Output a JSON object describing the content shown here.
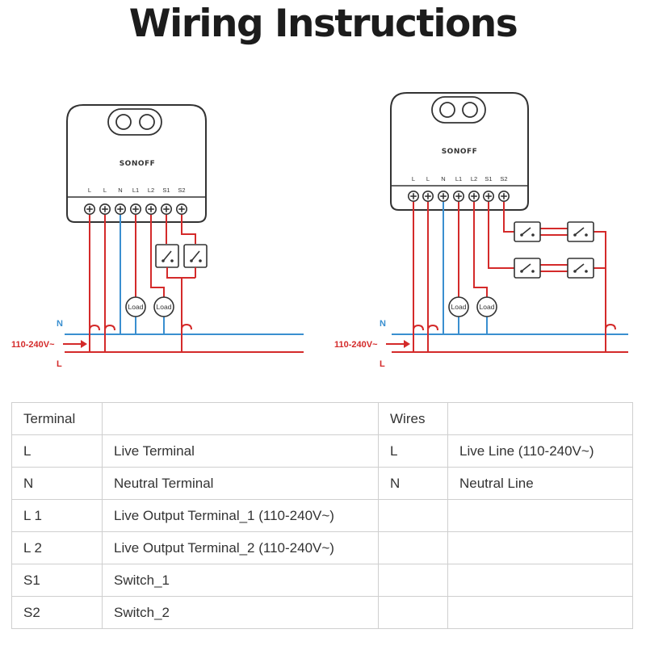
{
  "title": "Wiring Instructions",
  "device": {
    "brand": "SONOFF",
    "terminals": [
      "L",
      "L",
      "N",
      "L1",
      "L2",
      "S1",
      "S2"
    ]
  },
  "diagram_left": {
    "loads": [
      "Load",
      "Load"
    ],
    "wires": {
      "neutral": "N",
      "live": "L",
      "voltage": "110-240V~"
    }
  },
  "diagram_right": {
    "loads": [
      "Load",
      "Load"
    ],
    "wires": {
      "neutral": "N",
      "live": "L",
      "voltage": "110-240V~"
    }
  },
  "colors": {
    "live": "#d42a2a",
    "neutral": "#3a8fd0",
    "device": "#333333"
  },
  "table": {
    "header": {
      "terminal": "Terminal",
      "terminal_desc": "",
      "wires": "Wires",
      "wires_desc": ""
    },
    "rows": [
      {
        "terminal": "L",
        "terminal_desc": "Live Terminal",
        "wire": "L",
        "wire_desc": "Live Line (110-240V~)"
      },
      {
        "terminal": "N",
        "terminal_desc": "Neutral Terminal",
        "wire": "N",
        "wire_desc": "Neutral Line"
      },
      {
        "terminal": "L 1",
        "terminal_desc": "Live Output Terminal_1 (110-240V~)",
        "wire": "",
        "wire_desc": ""
      },
      {
        "terminal": "L 2",
        "terminal_desc": "Live Output Terminal_2 (110-240V~)",
        "wire": "",
        "wire_desc": ""
      },
      {
        "terminal": "S1",
        "terminal_desc": "Switch_1",
        "wire": "",
        "wire_desc": ""
      },
      {
        "terminal": "S2",
        "terminal_desc": "Switch_2",
        "wire": "",
        "wire_desc": ""
      }
    ]
  }
}
